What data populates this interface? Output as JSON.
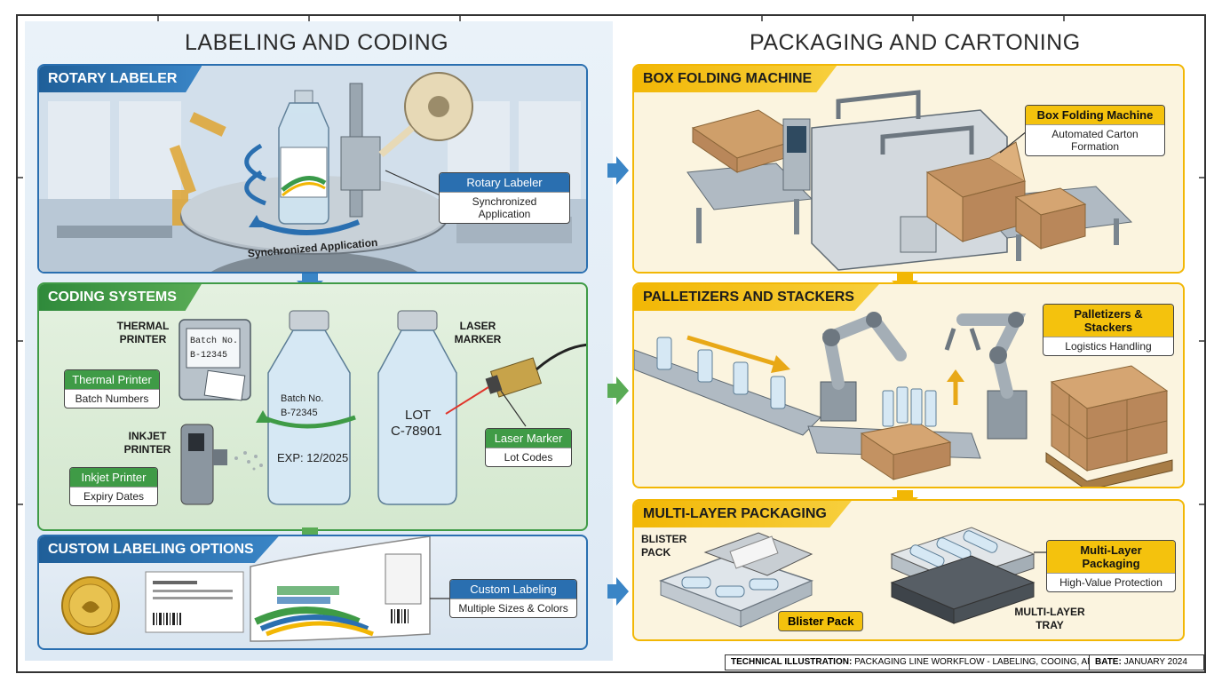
{
  "left_title": "LABELING AND CODING",
  "right_title": "PACKAGING AND CARTONING",
  "rotary": {
    "header": "ROTARY LABELER",
    "callout_title": "Rotary Labeler",
    "callout_sub": "Synchronized Application",
    "wheel_text": "Synchronized Application"
  },
  "coding": {
    "header": "CODING SYSTEMS",
    "thermal_tag": "THERMAL\nPRINTER",
    "thermal_title": "Thermal Printer",
    "thermal_sub": "Batch Numbers",
    "thermal_screen": "Batch No.\nB-12345",
    "inkjet_tag": "INKJET\nPRINTER",
    "inkjet_title": "Inkjet Printer",
    "inkjet_sub": "Expiry Dates",
    "laser_tag": "LASER\nMARKER",
    "laser_title": "Laser Marker",
    "laser_sub": "Lot Codes",
    "bottle1_batch": "Batch No.\nB-72345",
    "bottle1_exp": "EXP: 12/2025",
    "bottle2_lot": "LOT\nC-78901"
  },
  "custom": {
    "header": "CUSTOM LABELING OPTIONS",
    "callout_title": "Custom Labeling",
    "callout_sub": "Multiple Sizes & Colors"
  },
  "box": {
    "header": "BOX FOLDING MACHINE",
    "callout_title": "Box Folding Machine",
    "callout_sub": "Automated Carton Formation"
  },
  "pallet": {
    "header": "PALLETIZERS AND STACKERS",
    "callout_title": "Palletizers & Stackers",
    "callout_sub": "Logistics Handling"
  },
  "multi": {
    "header": "MULTI-LAYER PACKAGING",
    "callout_title": "Multi-Layer Packaging",
    "callout_sub": "High-Value Protection",
    "blister_tag": "BLISTER\nPACK",
    "blister_label": "Blister Pack",
    "tray_tag": "MULTI-LAYER\nTRAY"
  },
  "footer": {
    "left_bold": "TECHNICAL ILLUSTRATION:",
    "left_text": " PACKAGING LINE WORKFLOW - LABELING, COOING, AND PACKAGING SYSTEMS",
    "right_bold": "BATE:",
    "right_text": " JANUARY 2024"
  },
  "colors": {
    "blue": "#2a6fb0",
    "green": "#3f9b46",
    "yellow": "#f4c20d",
    "frame": "#333333"
  }
}
